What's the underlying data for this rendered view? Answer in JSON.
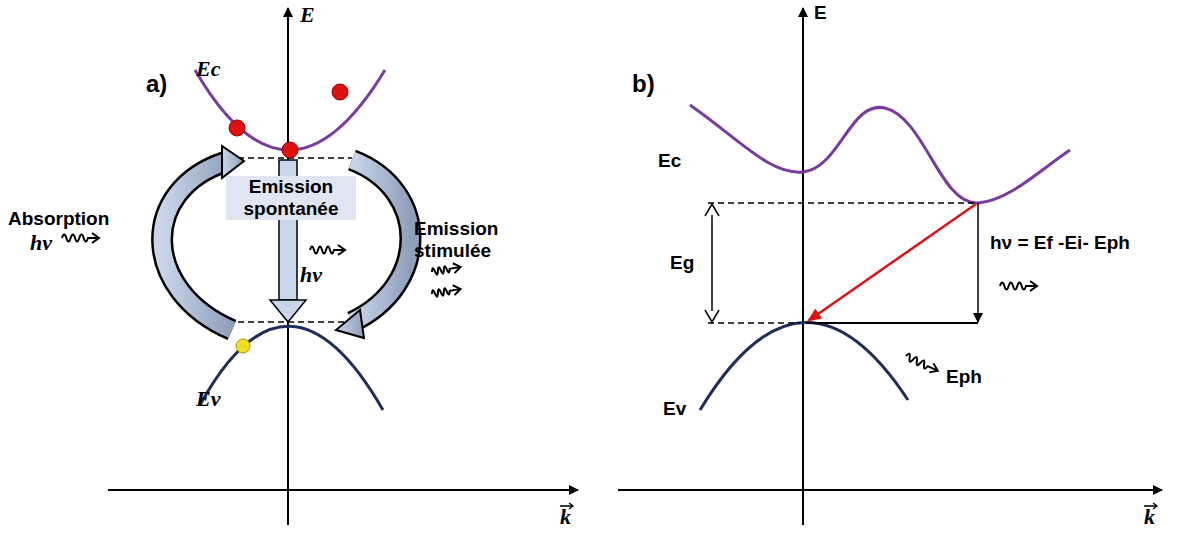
{
  "diagram": {
    "labels": [
      "a)",
      "E",
      "Ec",
      "Absorption",
      "hν",
      "Emission spontanée",
      "hν",
      "Emission stimulée",
      "Ev",
      "k",
      "b)",
      "E",
      "Ec",
      "Eg",
      "hν = Ef -Ei- Eph",
      "Eph",
      "Ev",
      "k"
    ]
  }
}
